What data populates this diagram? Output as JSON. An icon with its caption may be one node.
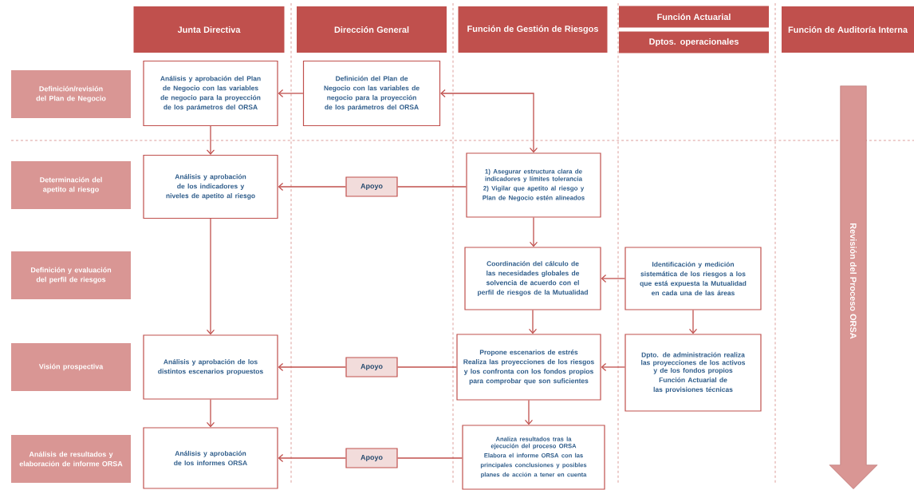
{
  "diagram": {
    "nodes": [
      {
        "text": [
          "Junta Directiva"
        ]
      },
      {
        "text": [
          "Dirección General"
        ]
      },
      {
        "text": [
          "Función de Gestión de Riesgos"
        ]
      },
      {
        "text": [
          "Función Actuarial"
        ]
      },
      {
        "text": [
          "Dptos. operacionales"
        ]
      },
      {
        "text": [
          "Función de Auditoría Interna"
        ]
      },
      {
        "text": [
          "Definición/revisión del Plan de Negocio"
        ]
      },
      {
        "text": [
          "Determinación del apetito al riesgo"
        ]
      },
      {
        "text": [
          "Definición y evaluación del perfil de riesgos"
        ]
      },
      {
        "text": [
          "Visión prospectiva"
        ]
      },
      {
        "text": [
          "Análisis de resultados y elaboración de informe ORSA"
        ]
      },
      {
        "text": [
          "Análisis y aprobación del Plan de Negocio con las variables de negocio para la proyección de los parámetros del ORSA"
        ]
      },
      {
        "text": [
          "Definición del Plan de Negocio con las variables de negocio para la proyección de los parámetros del ORSA"
        ]
      },
      {
        "text": [
          "1) Asegurar estructura clara de indicadores y límites tolerancia",
          "2) Vigilar que  apetito al riesgo y Plan de Negocio estén alineados"
        ]
      },
      {
        "text": [
          "Análisis y aprobación de los indicadores y niveles de apetito al riesgo"
        ]
      },
      {
        "text": [
          "Apoyo"
        ]
      },
      {
        "text": [
          "Coordinación del cálculo de las necesidades globales de solvencia de acuerdo con el perfil de riesgos de la Mutualidad"
        ]
      },
      {
        "text": [
          "Identificación y medición sistemática de los riesgos a los que está expuesta la Mutualidad en cada una de las áreas"
        ]
      },
      {
        "text": [
          "Análisis y aprobación de los distintos escenarios propuestos"
        ]
      },
      {
        "text": [
          "Apoyo"
        ]
      },
      {
        "text": [
          "Propone escenarios de estrés",
          "Realiza las proyecciones de los riesgos y los confronta con los fondos propios para comprobar que son suficientes"
        ]
      },
      {
        "text": [
          "Dpto. de administración realiza las proyecciones de los activos y de los fondos propios",
          "Función Actuarial de las provisiones técnicas"
        ]
      },
      {
        "text": [
          "Análisis y aprobación de los informes ORSA"
        ]
      },
      {
        "text": [
          "Apoyo"
        ]
      },
      {
        "text": [
          "Analiza resultados tras la ejecución del proceso ORSA",
          "Elabora el informe ORSA con las principales conclusiones y posibles planes de acción a tener en cuenta"
        ]
      },
      {
        "text": [
          "Revisión del Proceso ORSA"
        ]
      }
    ],
    "edges": [
      {
        "from": 12,
        "to": 11,
        "arrow": "to"
      },
      {
        "from": 13,
        "to": 12,
        "arrow": "both"
      },
      {
        "from": 11,
        "to": 14,
        "arrow": "to"
      },
      {
        "from": 13,
        "to": 15,
        "arrow": "none"
      },
      {
        "from": 15,
        "to": 14,
        "arrow": "to"
      },
      {
        "from": 13,
        "to": 16,
        "arrow": "to"
      },
      {
        "from": 17,
        "to": 16,
        "arrow": "to"
      },
      {
        "from": 14,
        "to": 18,
        "arrow": "to"
      },
      {
        "from": 16,
        "to": 20,
        "arrow": "to"
      },
      {
        "from": 17,
        "to": 21,
        "arrow": "to"
      },
      {
        "from": 21,
        "to": 20,
        "arrow": "to"
      },
      {
        "from": 20,
        "to": 19,
        "arrow": "none"
      },
      {
        "from": 19,
        "to": 18,
        "arrow": "to"
      },
      {
        "from": 18,
        "to": 22,
        "arrow": "to"
      },
      {
        "from": 20,
        "to": 24,
        "arrow": "to"
      },
      {
        "from": 24,
        "to": 23,
        "arrow": "none"
      },
      {
        "from": 23,
        "to": 22,
        "arrow": "to"
      }
    ]
  }
}
